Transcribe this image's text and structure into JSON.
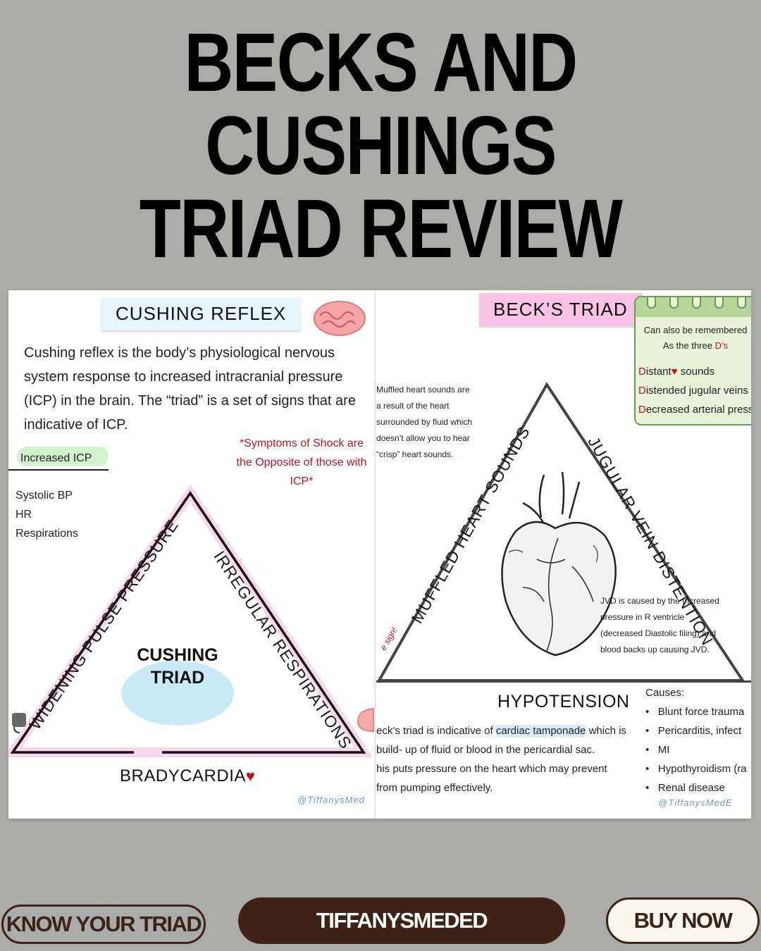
{
  "title": {
    "line1": "BECKS AND",
    "line2": "CUSHINGS",
    "line3": "TRIAD REVIEW"
  },
  "left": {
    "heading": "CUSHING REFLEX",
    "intro": "Cushing reflex is the body’s physiological nervous system response to increased intracranial pressure (ICP) in the brain. The “triad” is a set of signs that are indicative of ICP.",
    "shock_note": "*Symptoms of Shock are the Opposite of those with ICP*",
    "icp_label": "Increased ICP",
    "icp_items": [
      "Systolic BP",
      "HR",
      "Respirations"
    ],
    "edge_left": "WIDENING PULSE PRESSURE",
    "edge_right": "IRREGULAR RESPIRATIONS",
    "center_line1": "CUSHING",
    "center_line2": "TRIAD",
    "bottom": "BRADYCARDIA",
    "watermark": "@TiffanysMed"
  },
  "right": {
    "heading": "BECK’S TRIAD",
    "note_title1": "Can also be remembered",
    "note_title2": "As the three",
    "note_title_d": "D’s",
    "d_items": [
      {
        "letter": "D",
        "rest": "istant",
        "tail": " sounds"
      },
      {
        "letter": "D",
        "rest": "istended jugular veins",
        "tail": ""
      },
      {
        "letter": "D",
        "rest": "ecreased arterial pressu",
        "tail": ""
      }
    ],
    "muffled_note": "Muffled heart sounds are a result of the heart surrounded by fluid which doesn’t allow you to hear “crisp” heart sounds.",
    "edge_left": "MUFFLED HEART SOUNDS",
    "edge_left_small": "e sign!",
    "edge_right": "JUGULAR VEIN DISTENTION",
    "jvd_note": "JVD is caused by the Increased pressure in R ventricle (decreased Diastolic filing) and blood backs up causing JVD.",
    "bottom": "HYPOTENSION",
    "body_prefix": "eck’s triad is indicative of ",
    "body_highlight": "cardiac tamponade",
    "body_rest": " which is",
    "body_line2": "build- up of fluid or blood in the pericardial sac.",
    "body_line3": "his puts pressure on the heart which may prevent",
    "body_line4": "from pumping effectively.",
    "causes_title": "Causes:",
    "causes": [
      "Blunt force trauma",
      "Pericarditis, infect",
      "MI",
      "Hypothyroidism (ra",
      "Renal disease"
    ],
    "watermark": "@TiffanysMedE"
  },
  "buttons": {
    "left": "KNOW YOUR TRIAD",
    "center": "TIFFANYSMEDED",
    "right": "BUY NOW"
  }
}
